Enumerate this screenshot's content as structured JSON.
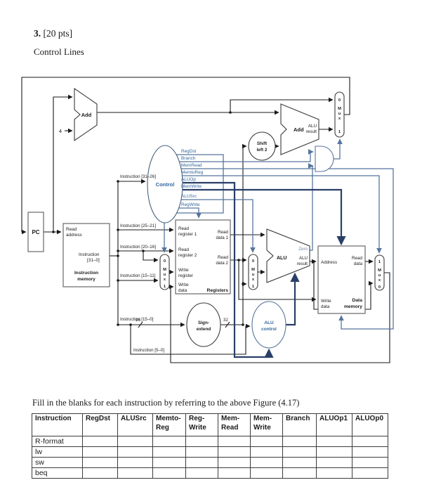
{
  "page": {
    "question_number": "3.",
    "points": " [20 pts]",
    "subtitle": "Control Lines",
    "table_caption": "Fill in the blanks for each instruction by referring to the above Figure (4.17)"
  },
  "diagram": {
    "pc": "PC",
    "four": "4",
    "add": "Add",
    "add2": {
      "name": "Add",
      "out1": "ALU",
      "out2": "result"
    },
    "shift": {
      "l1": "Shift",
      "l2": "left 2"
    },
    "control": "Control",
    "signals": [
      "RegDst",
      "Branch",
      "MemRead",
      "MemtoReg",
      "ALUOp",
      "MemWrite",
      "ALUSrc",
      "RegWrite"
    ],
    "imem": {
      "in1": "Read",
      "in2": "address",
      "out1": "Instruction",
      "out2": "[31–0]",
      "name1": "Instruction",
      "name2": "memory"
    },
    "fields": {
      "i3126": "Instruction [31–26]",
      "i2521": "Instruction [25–21]",
      "i2016": "Instruction [20–16]",
      "i1511": "Instruction [15–11]",
      "i150": "Instruction [15–0]",
      "i50": "Instruction [5–0]",
      "w16": "16",
      "w32": "32"
    },
    "regs": {
      "rr1a": "Read",
      "rr1b": "register 1",
      "rr2a": "Read",
      "rr2b": "register 2",
      "wra": "Write",
      "wrb": "register",
      "wda": "Write",
      "wdb": "data",
      "rd1a": "Read",
      "rd1b": "data 1",
      "rd2a": "Read",
      "rd2b": "data 2",
      "name": "Registers"
    },
    "signext": {
      "l1": "Sign-",
      "l2": "extend"
    },
    "aluctl": {
      "l1": "ALU",
      "l2": "control"
    },
    "alu": {
      "name": "ALU",
      "zero": "Zero",
      "out1": "ALU",
      "out2": "result"
    },
    "dmem": {
      "addr": "Address",
      "rd1": "Read",
      "rd2": "data",
      "wd1": "Write",
      "wd2": "data",
      "name1": "Data",
      "name2": "memory"
    },
    "mux": {
      "m": "M",
      "u": "u",
      "x": "x",
      "n0": "0",
      "n1": "1"
    }
  },
  "table": {
    "headers": [
      [
        "Instruction",
        ""
      ],
      [
        "RegDst",
        ""
      ],
      [
        "ALUSrc",
        ""
      ],
      [
        "Memto-",
        "Reg"
      ],
      [
        "Reg-",
        "Write"
      ],
      [
        "Mem-",
        "Read"
      ],
      [
        "Mem-",
        "Write"
      ],
      [
        "Branch",
        ""
      ],
      [
        "ALUOp1",
        ""
      ],
      [
        "ALUOp0",
        ""
      ]
    ],
    "rows": [
      "R-format",
      "lw",
      "sw",
      "beq"
    ]
  },
  "colors": {
    "wire": "#1a1a1a",
    "control_blue": "#31659c",
    "steel": "#56759e",
    "navy": "#2a3f66"
  }
}
